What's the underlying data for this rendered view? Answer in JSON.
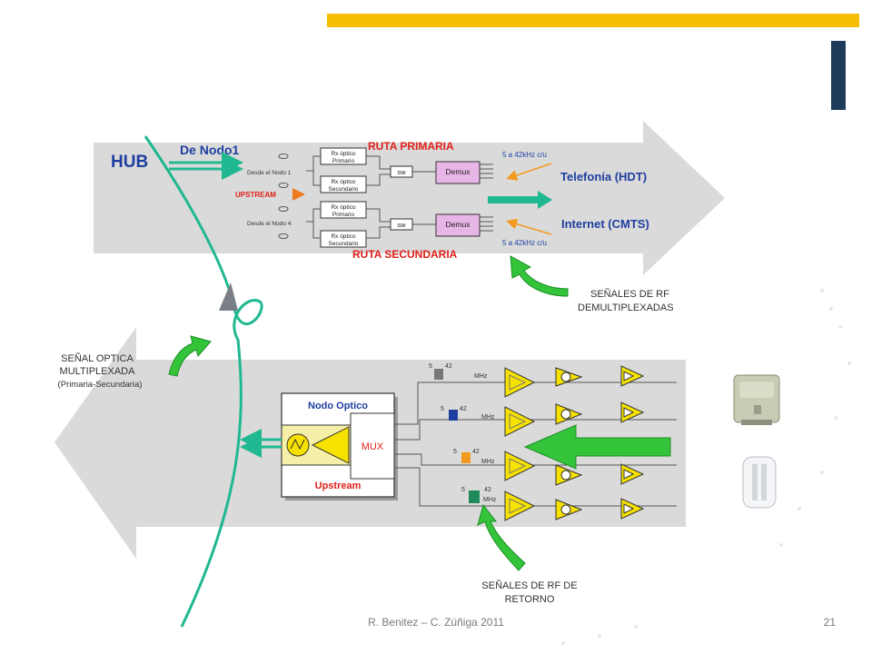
{
  "colors": {
    "accent": "#F6BE00",
    "side_bar": "#1F3B5A",
    "green_fiber": "#20B890",
    "green_arrow": "#33C43A",
    "label_red": "#E0201A",
    "label_blue": "#1F3FA0",
    "band_gray": "#DADADA"
  },
  "hub": {
    "label": "HUB",
    "from_node": "De Nodo1",
    "from_node_1": "Desde el Nodo 1",
    "from_node_4": "Desde el Nodo 4",
    "upstream": "UPSTREAM",
    "rx_primary": [
      "Rx óptico",
      "Primario"
    ],
    "rx_secondary": [
      "Rx óptico",
      "Secundario"
    ],
    "sw": "sw",
    "demux": "Demux",
    "primary_route": "RUTA PRIMARIA",
    "secondary_route": "RUTA SECUNDARIA",
    "range_label": "5 a 42kHz c/u",
    "telephony": "Telefonía (HDT)",
    "internet": "Internet (CMTS)",
    "demux_signals": [
      "SEÑALES DE RF",
      "DEMULTIPLEXADAS"
    ]
  },
  "node": {
    "optical_signal": [
      "SEÑAL OPTICA",
      "MULTIPLEXADA",
      "(Primaria-Secundaria)"
    ],
    "title": "Nodo Optico",
    "mux": "MUX",
    "upstream": "Upstream",
    "band_low": "5",
    "band_high": "42",
    "band_unit": "MHz",
    "return_signals": [
      "SEÑALES DE RF DE",
      "RETORNO"
    ]
  },
  "footer": {
    "author": "R. Benitez – C. Zúñiga 2011",
    "page": "21"
  }
}
